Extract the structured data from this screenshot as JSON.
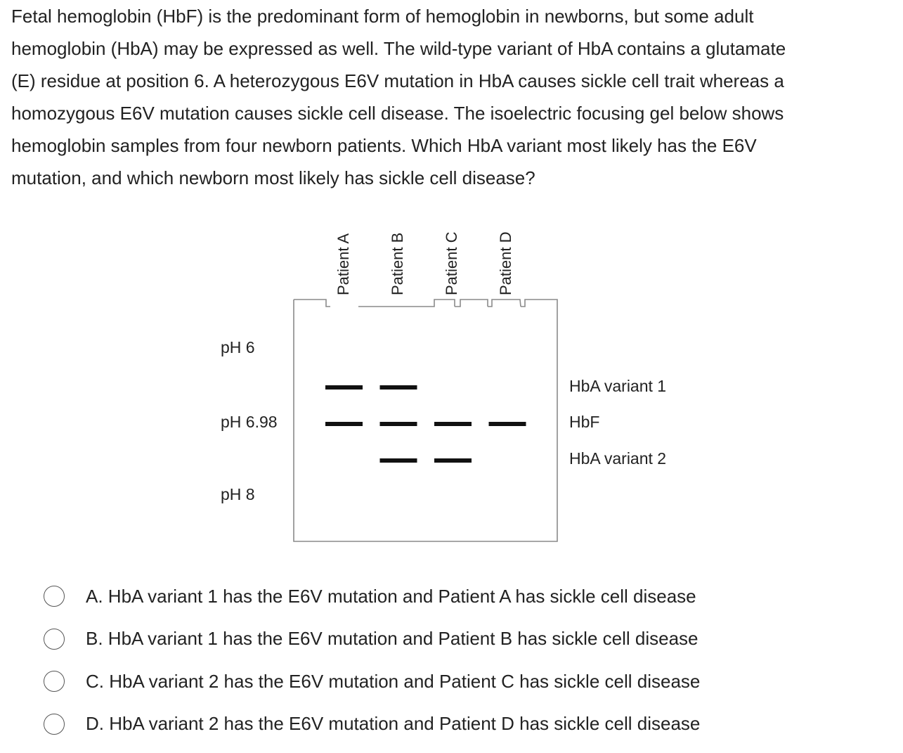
{
  "question": {
    "lines": [
      "Fetal hemoglobin (HbF) is the predominant form of hemoglobin in newborns, but some adult",
      "hemoglobin (HbA) may be expressed as well.  The wild-type variant of HbA contains a glutamate",
      "(E) residue at position 6.  A heterozygous E6V mutation in HbA causes sickle cell trait whereas a",
      "homozygous E6V mutation causes sickle cell disease.  The isoelectric focusing gel below shows",
      "hemoglobin samples from four newborn patients.  Which HbA variant most likely has the E6V",
      "mutation, and which newborn most likely has sickle cell disease?"
    ]
  },
  "gel": {
    "lanes": [
      "Patient A",
      "Patient B",
      "Patient C",
      "Patient D"
    ],
    "ph_labels": [
      "pH 6",
      "pH 6.98",
      "pH 8"
    ],
    "band_labels": [
      "HbA variant 1",
      "HbF",
      "HbA variant 2"
    ],
    "bands": [
      {
        "lane": "Patient A",
        "band": "HbA variant 1"
      },
      {
        "lane": "Patient A",
        "band": "HbF"
      },
      {
        "lane": "Patient B",
        "band": "HbA variant 1"
      },
      {
        "lane": "Patient B",
        "band": "HbF"
      },
      {
        "lane": "Patient B",
        "band": "HbA variant 2"
      },
      {
        "lane": "Patient C",
        "band": "HbF"
      },
      {
        "lane": "Patient C",
        "band": "HbA variant 2"
      },
      {
        "lane": "Patient D",
        "band": "HbF"
      }
    ],
    "line_color": "#8a8a8a",
    "band_color": "#111111"
  },
  "choices": [
    {
      "label": "A.  HbA variant 1 has the E6V mutation and Patient A has sickle cell disease",
      "selected": false
    },
    {
      "label": "B.  HbA variant 1 has the E6V mutation and Patient B has sickle cell disease",
      "selected": false
    },
    {
      "label": "C.  HbA variant 2 has the E6V mutation and Patient C has sickle cell disease",
      "selected": false
    },
    {
      "label": "D.  HbA variant 2 has the E6V mutation and Patient D has sickle cell disease",
      "selected": false
    }
  ]
}
